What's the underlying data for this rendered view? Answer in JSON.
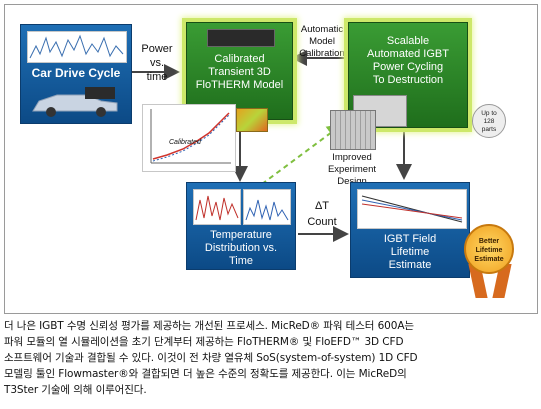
{
  "diagram": {
    "car_drive_cycle": "Car Drive Cycle",
    "power_vs_time": [
      "Power",
      "vs.",
      "time"
    ],
    "calibrated_model": [
      "Calibrated",
      "Transient 3D",
      "FloTHERM Model"
    ],
    "automatic_calibration": [
      "Automatic",
      "Model",
      "Calibration"
    ],
    "scalable_power_cycling": [
      "Scalable",
      "Automated IGBT",
      "Power Cycling",
      "To Destruction"
    ],
    "up_to_128": [
      "Up to",
      "128",
      "parts"
    ],
    "improved_design": [
      "Improved",
      "Experiment",
      "Design"
    ],
    "calibrated_tag": "Calibrated",
    "delta_t_count": [
      "ΔT",
      "Count"
    ],
    "temperature_distribution": [
      "Temperature",
      "Distribution vs.",
      "Time"
    ],
    "igbt_field_lifetime": [
      "IGBT Field",
      "Lifetime",
      "Estimate"
    ],
    "better_lifetime": [
      "Better",
      "Lifetime",
      "Estimate"
    ]
  },
  "caption": [
    "더 나은 IGBT 수명 신뢰성 평가를 제공하는 개선된 프로세스. MicReD® 파워 테스터 600A는",
    "파워 모듈의 열 시뮬레이션을 초기 단계부터 제공하는 FloTHERM® 및 FloEFD™ 3D CFD",
    "소프트웨어 기술과 결합될 수 있다. 이것이 전 차량 열유체 SoS(system-of-system) 1D CFD",
    "모델링 툴인 Flowmaster®와 결합되면 더 높은 수준의 정확도를 제공한다. 이는 MicReD의",
    "T3Ster 기술에 의해 이루어진다."
  ],
  "colors": {
    "blue": "#0c4a86",
    "green": "#1f6e1c",
    "glow": "#cde86a",
    "arrow": "#444444",
    "dashed": "#7fbf3f",
    "badge": "#f0a020"
  }
}
